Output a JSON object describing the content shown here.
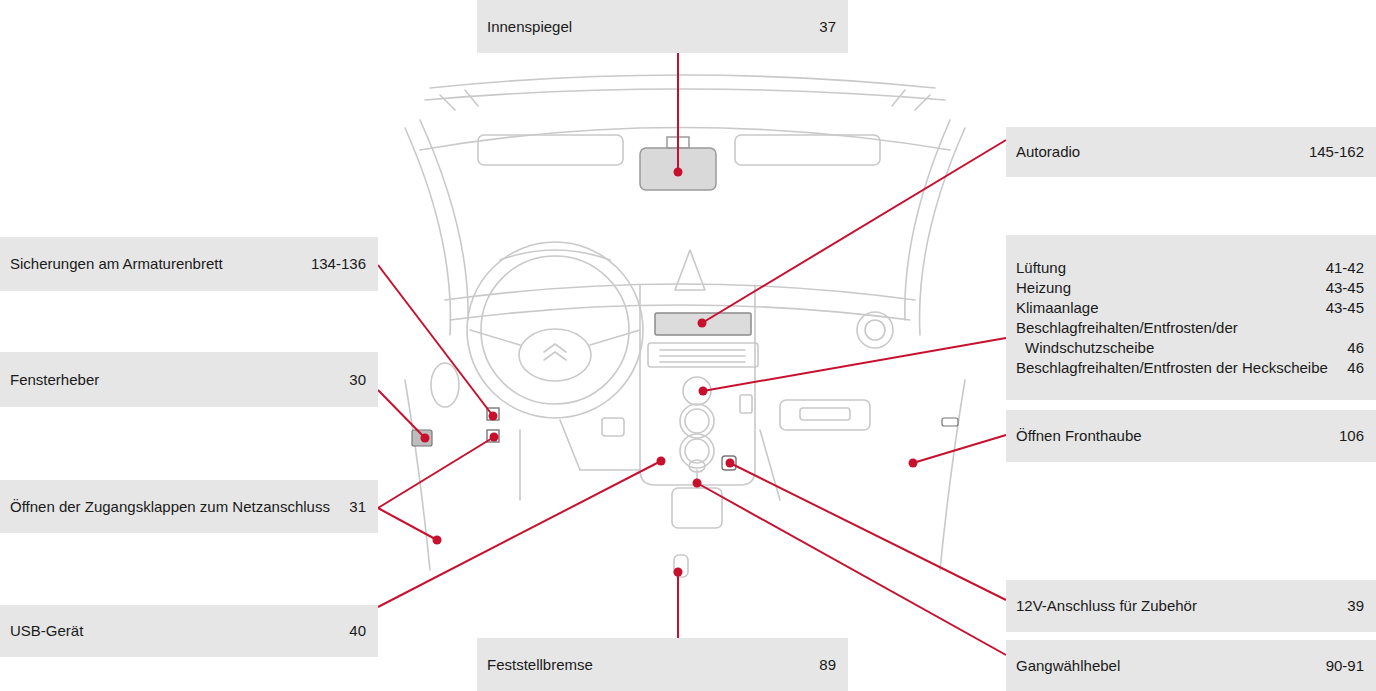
{
  "diagram": {
    "nodes": [
      {
        "text": [
          "Innenspiegel",
          "37"
        ]
      },
      {
        "text": [
          "Autoradio",
          "145-162"
        ]
      },
      {
        "text": [
          "Sicherungen am Armaturenbrett",
          "134-136"
        ]
      },
      {
        "text": [
          "Lüftung",
          "41-42",
          "Heizung",
          "43-45",
          "Klimaanlage",
          "43-45",
          "Beschlagfreihalten/Entfrosten/der Windschutzscheibe",
          "46",
          "Beschlagfreihalten/Entfrosten der Heckscheibe",
          "46"
        ]
      },
      {
        "text": [
          "Fensterheber",
          "30"
        ]
      },
      {
        "text": [
          "Öffnen Fronthaube",
          "106"
        ]
      },
      {
        "text": [
          "Öffnen der Zugangsklappen zum Netzanschluss",
          "31"
        ]
      },
      {
        "text": [
          "12V-Anschluss für Zubehör",
          "39"
        ]
      },
      {
        "text": [
          "USB-Gerät",
          "40"
        ]
      },
      {
        "text": [
          "Gangwählhebel",
          "90-91"
        ]
      },
      {
        "text": [
          "Feststellbremse",
          "89"
        ]
      }
    ]
  }
}
